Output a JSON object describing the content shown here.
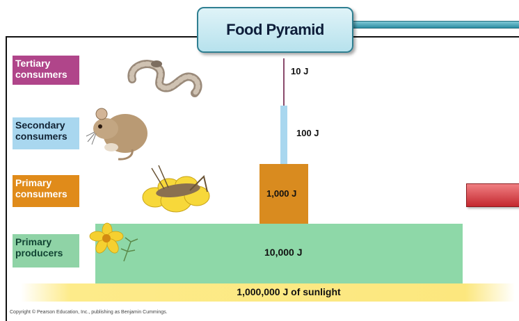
{
  "title": "Food Pyramid",
  "levels": {
    "tertiary": {
      "label": "Tertiary consumers",
      "energy": "10 J"
    },
    "secondary": {
      "label": "Secondary consumers",
      "energy": "100 J"
    },
    "primary_consumers": {
      "label": "Primary consumers",
      "energy": "1,000 J"
    },
    "producers": {
      "label": "Primary producers",
      "energy": "10,000 J"
    }
  },
  "sunlight": "1,000,000 J of sunlight",
  "copyright": "Copyright © Pearson Education, Inc., publishing as Benjamin Cummings.",
  "illustrations": [
    "snake-icon",
    "mouse-icon",
    "grasshopper-on-flower-icon",
    "yellow-flower-icon"
  ],
  "colors": {
    "tertiary": "#b0458a",
    "secondary": "#a9d7ef",
    "primary_consumers": "#d98b1f",
    "producers": "#8ed8a8",
    "sunlight": "#fce77e",
    "title_border": "#2f7f91"
  }
}
